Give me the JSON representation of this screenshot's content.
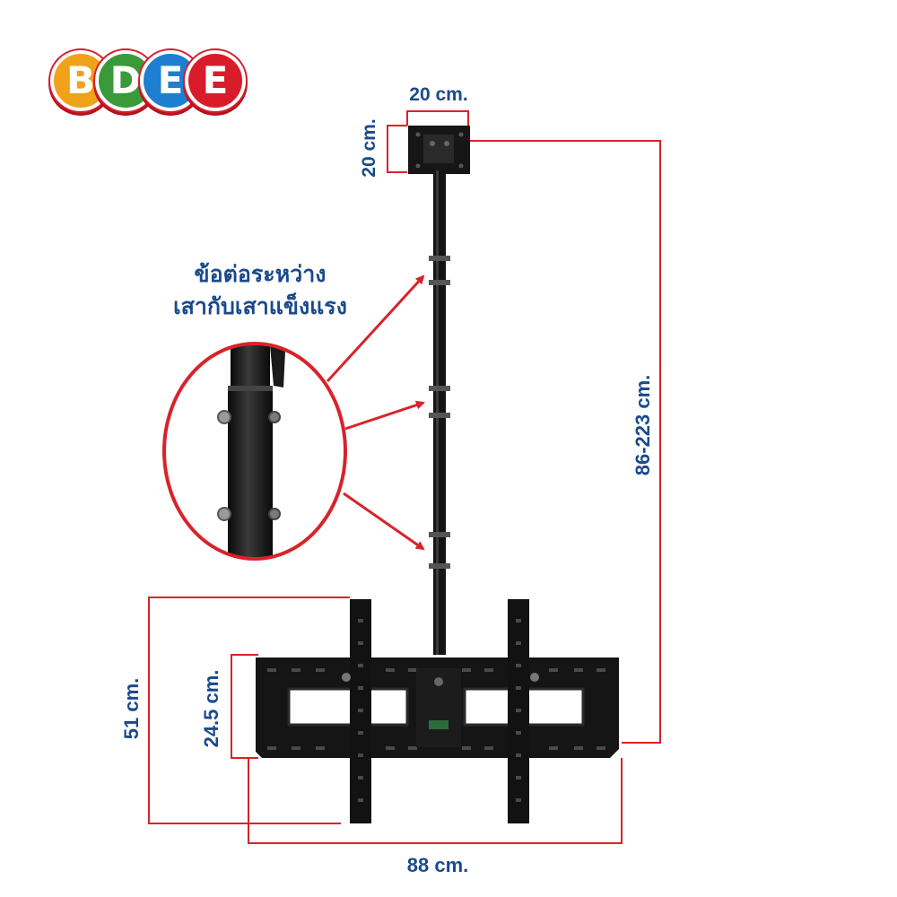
{
  "logo": {
    "letters": [
      {
        "char": "B",
        "color": "#f0a21a"
      },
      {
        "char": "D",
        "color": "#3a9a3a"
      },
      {
        "char": "E",
        "color": "#1e7fd0"
      },
      {
        "char": "E",
        "color": "#d91c2a"
      }
    ]
  },
  "dimensions": {
    "plate_width": "20 cm.",
    "plate_height": "20 cm.",
    "pole_length": "86-223 cm.",
    "bracket_height": "51 cm.",
    "panel_height": "24.5 cm.",
    "bracket_width": "88 cm."
  },
  "caption": {
    "line1": "ข้อต่อระหว่าง",
    "line2": "เสากับเสาแข็งแรง"
  },
  "colors": {
    "dimension_line": "#d8232a",
    "label_text": "#1a4a8c",
    "steel": "#161616"
  }
}
